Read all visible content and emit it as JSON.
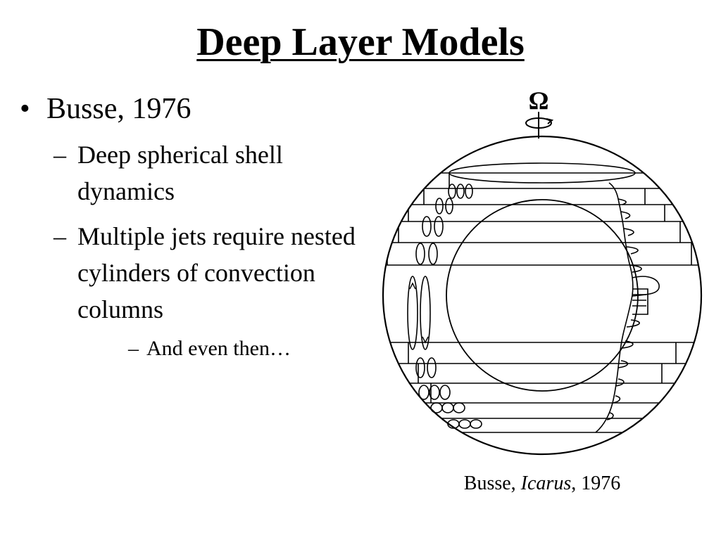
{
  "slide": {
    "title": "Deep Layer Models",
    "bullets": [
      {
        "mark": "•",
        "text": "Busse, 1976",
        "sub": [
          {
            "mark": "–",
            "text": "Deep spherical shell dynamics"
          },
          {
            "mark": "–",
            "text": "Multiple jets require nested cylinders of convection columns",
            "sub": [
              {
                "mark": "–",
                "text": "And even then…"
              }
            ]
          }
        ]
      }
    ]
  },
  "figure": {
    "rotation_symbol": "Ω",
    "caption": {
      "author": "Busse, ",
      "journal": "Icarus",
      "year": ", 1976"
    }
  }
}
